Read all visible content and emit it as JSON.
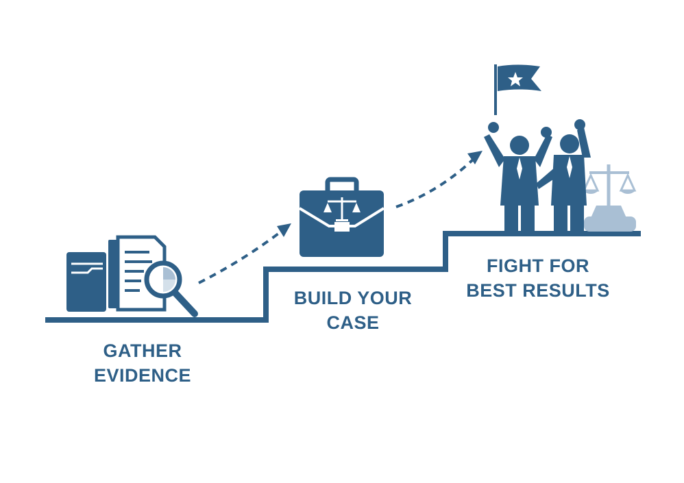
{
  "colors": {
    "primary": "#2e5f87",
    "light": "#a9bfd4",
    "background": "#ffffff"
  },
  "steps": [
    {
      "line1": "GATHER",
      "line2": "EVIDENCE",
      "icon": "evidence-documents-magnifier-icon"
    },
    {
      "line1": "BUILD YOUR",
      "line2": "CASE",
      "icon": "briefcase-scales-icon"
    },
    {
      "line1": "FIGHT FOR",
      "line2": "BEST RESULTS",
      "icon": "celebrating-people-flag-icon"
    }
  ]
}
